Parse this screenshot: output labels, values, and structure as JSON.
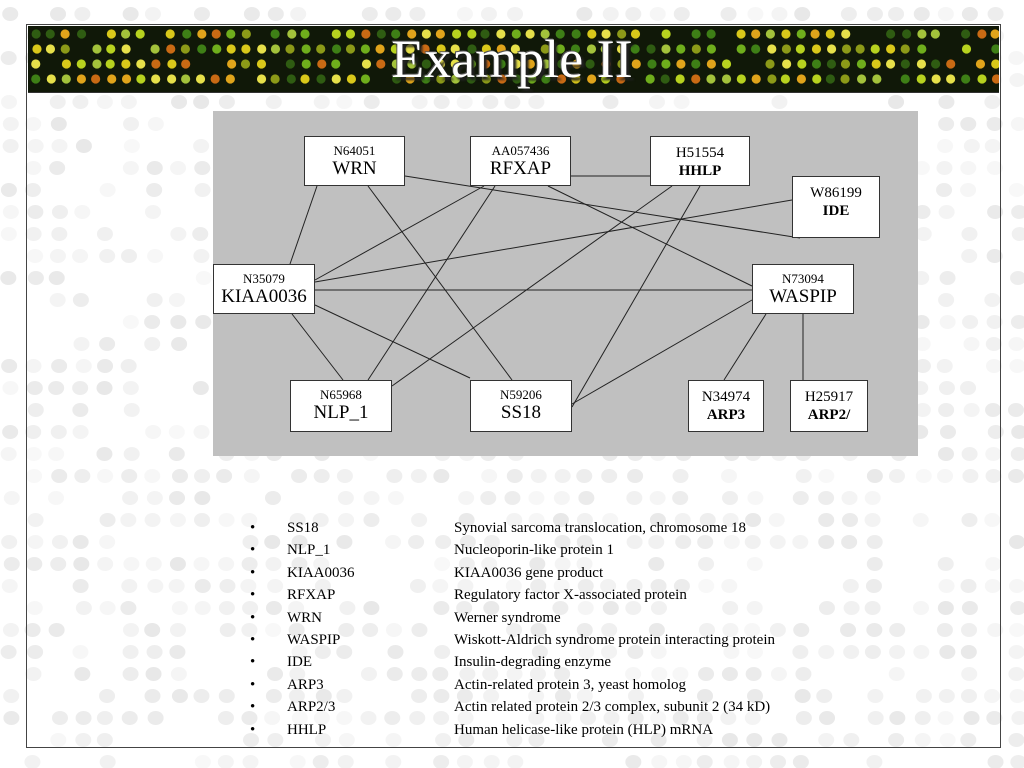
{
  "slide": {
    "title": "Example II"
  },
  "diagram": {
    "nodes": [
      {
        "id": "wrn",
        "accession": "N64051",
        "gene": "WRN",
        "style": "large"
      },
      {
        "id": "rfxap",
        "accession": "AA057436",
        "gene": "RFXAP",
        "style": "large"
      },
      {
        "id": "hhlp",
        "accession": "H51554",
        "gene": "HHLP",
        "style": "small"
      },
      {
        "id": "ide",
        "accession": "W86199",
        "gene": "IDE",
        "style": "small"
      },
      {
        "id": "kiaa",
        "accession": "N35079",
        "gene": "KIAA0036",
        "style": "large"
      },
      {
        "id": "waspip",
        "accession": "N73094",
        "gene": "WASPIP",
        "style": "large"
      },
      {
        "id": "nlp",
        "accession": "N65968",
        "gene": "NLP_1",
        "style": "large"
      },
      {
        "id": "ss18",
        "accession": "N59206",
        "gene": "SS18",
        "style": "large"
      },
      {
        "id": "arp3",
        "accession": "N34974",
        "gene": "ARP3",
        "style": "small"
      },
      {
        "id": "arp2",
        "accession": "H25917",
        "gene": "ARP2/",
        "style": "small"
      }
    ],
    "edges": [
      [
        "wrn",
        "kiaa"
      ],
      [
        "wrn",
        "ss18"
      ],
      [
        "wrn",
        "ide"
      ],
      [
        "rfxap",
        "hhlp"
      ],
      [
        "rfxap",
        "kiaa"
      ],
      [
        "rfxap",
        "nlp"
      ],
      [
        "rfxap",
        "waspip"
      ],
      [
        "hhlp",
        "nlp"
      ],
      [
        "hhlp",
        "ss18"
      ],
      [
        "ide",
        "kiaa"
      ],
      [
        "kiaa",
        "waspip"
      ],
      [
        "kiaa",
        "nlp"
      ],
      [
        "kiaa",
        "ss18"
      ],
      [
        "waspip",
        "ss18"
      ],
      [
        "waspip",
        "arp3"
      ],
      [
        "waspip",
        "arp2"
      ]
    ]
  },
  "legend": [
    {
      "symbol": "SS18",
      "description": "Synovial sarcoma translocation, chromosome 18"
    },
    {
      "symbol": "NLP_1",
      "description": "Nucleoporin-like protein 1"
    },
    {
      "symbol": "KIAA0036",
      "description": "KIAA0036 gene product"
    },
    {
      "symbol": "RFXAP",
      "description": "Regulatory factor X-associated protein"
    },
    {
      "symbol": "WRN",
      "description": "Werner syndrome"
    },
    {
      "symbol": "WASPIP",
      "description": "Wiskott-Aldrich syndrome protein interacting protein"
    },
    {
      "symbol": "IDE",
      "description": "Insulin-degrading enzyme"
    },
    {
      "symbol": "ARP3",
      "description": "Actin-related protein 3, yeast homolog"
    },
    {
      "symbol": "ARP2/3",
      "description": "Actin related protein 2/3 complex, subunit 2 (34 kD)"
    },
    {
      "symbol": "HHLP",
      "description": "Human helicase-like protein (HLP) mRNA"
    }
  ],
  "bullet_glyph": "•"
}
